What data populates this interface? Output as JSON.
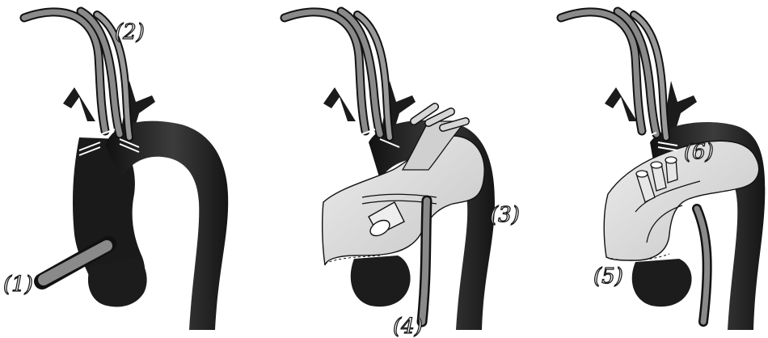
{
  "labels": {
    "l1": "(1)",
    "l2": "(2)",
    "l3": "(3)",
    "l4": "(4)",
    "l5": "(5)",
    "l6": "(6)"
  },
  "colors": {
    "tissue_dark": "#1e1e1e",
    "aorta_gradient_light": "#3a3a3a",
    "patch_light": "#d8d8d8",
    "graft_gray": "#8a8a8a",
    "outline": "#111111"
  }
}
